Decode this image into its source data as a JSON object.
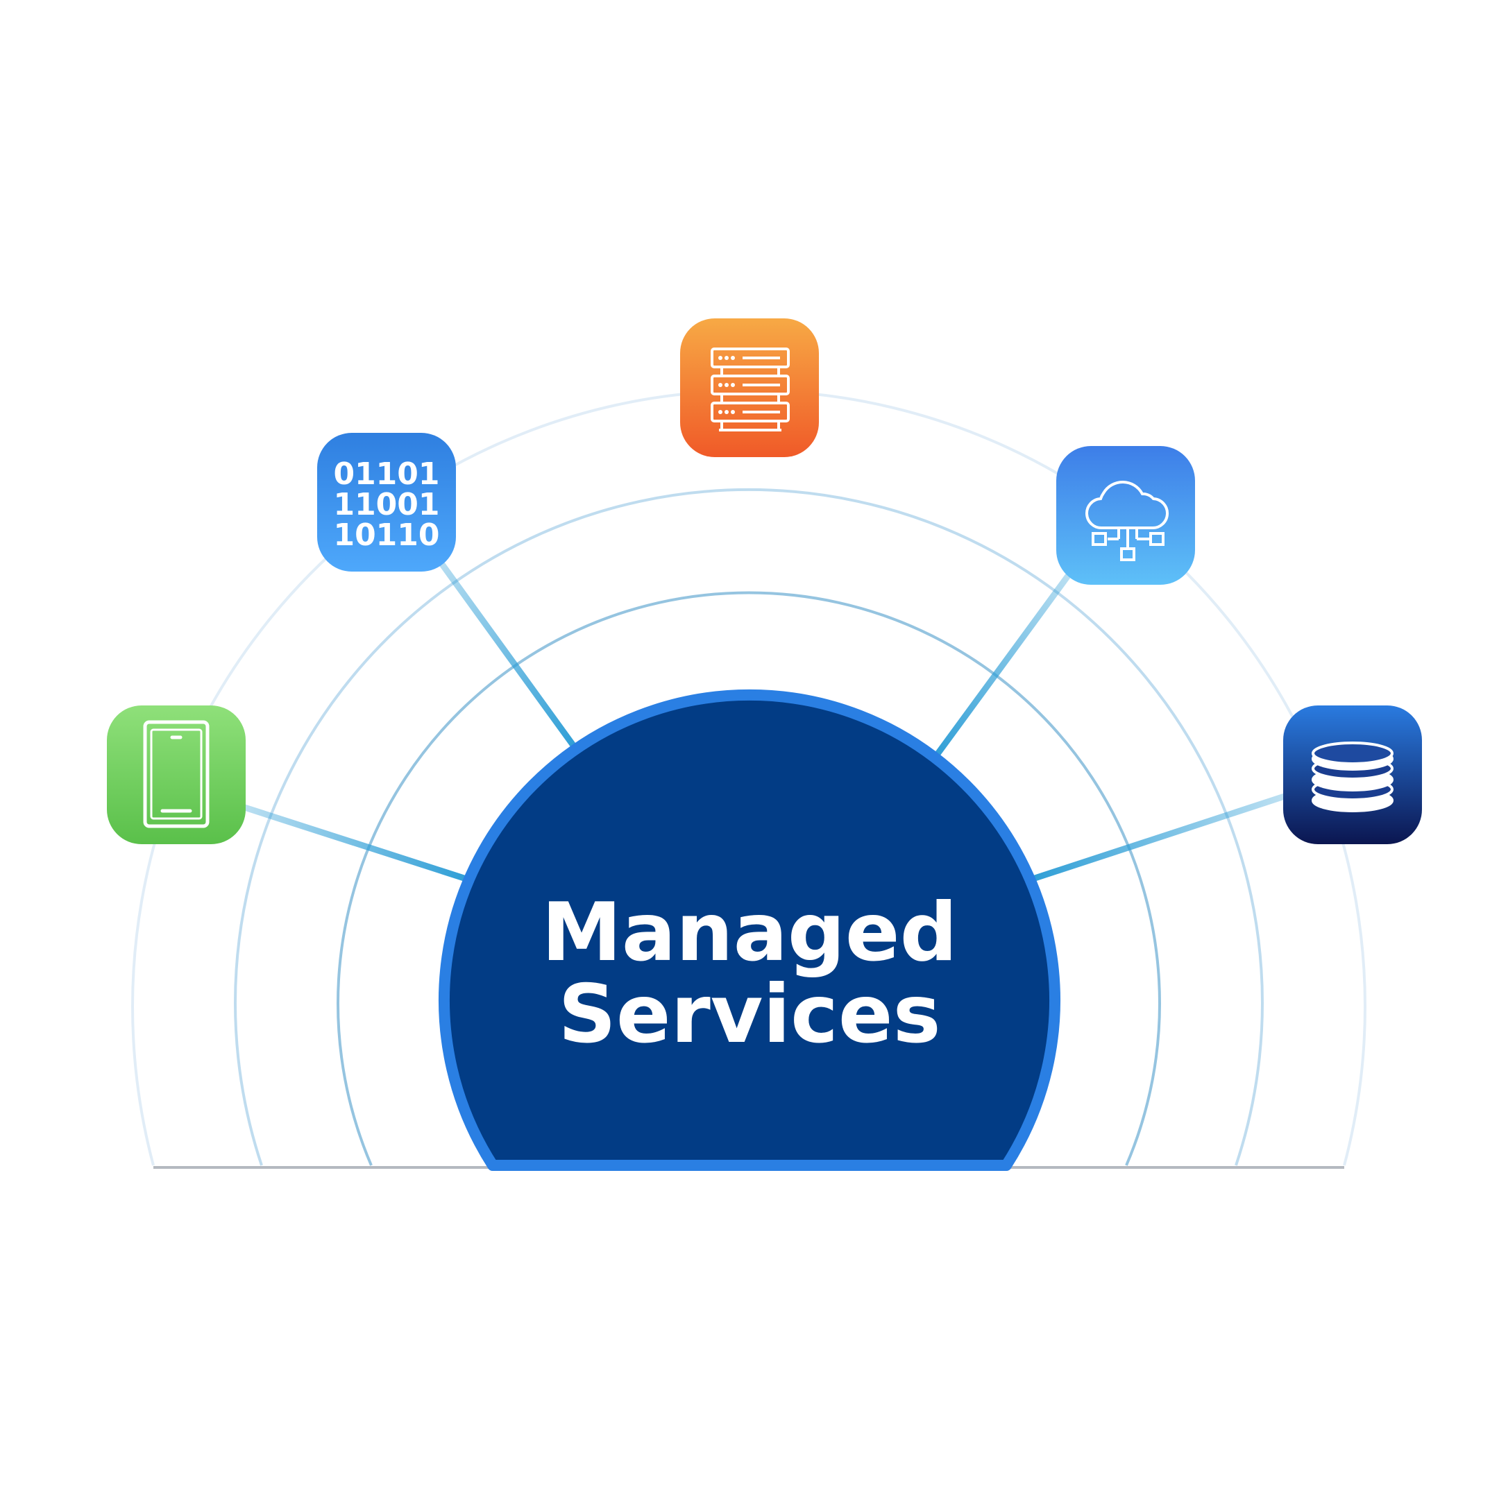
{
  "hub": {
    "title_line1": "Managed",
    "title_line2": "Services"
  },
  "icons": {
    "mobile": {
      "name": "mobile-phone-icon",
      "color_top": "#8fe07a",
      "color_bottom": "#5ac04a"
    },
    "binary": {
      "name": "binary-data-icon",
      "lines": [
        "01101",
        "11001",
        "10110"
      ],
      "color_top": "#2f7fe0",
      "color_bottom": "#4ea8fb"
    },
    "server": {
      "name": "server-rack-icon",
      "color_top": "#f7a945",
      "color_bottom": "#f05a28"
    },
    "cloud": {
      "name": "cloud-network-icon",
      "color_top": "#3d7ee8",
      "color_bottom": "#5ec0f8"
    },
    "database": {
      "name": "database-icon",
      "color_top": "#2a7be0",
      "color_bottom": "#0b1650"
    }
  },
  "colors": {
    "hub_fill": "#023c85",
    "hub_ring": "#2a7fe3",
    "connector": "#2e9ed6",
    "arc": "#8fc1de",
    "baseline": "#b4b9c0"
  }
}
